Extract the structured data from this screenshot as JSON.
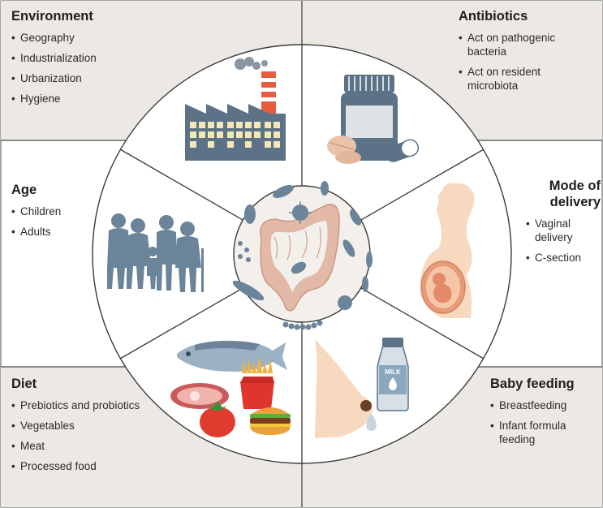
{
  "panels": {
    "environment": {
      "title": "Environment",
      "items": [
        "Geography",
        "Industrialization",
        "Urbanization",
        "Hygiene"
      ]
    },
    "antibiotics": {
      "title": "Antibiotics",
      "items": [
        "Act on pathogenic bacteria",
        "Act on resident microbiota"
      ]
    },
    "age": {
      "title": "Age",
      "items": [
        "Children",
        "Adults"
      ]
    },
    "mode_of_delivery": {
      "title": "Mode of delivery",
      "items": [
        "Vaginal delivery",
        "C-section"
      ]
    },
    "diet": {
      "title": "Diet",
      "items": [
        "Prebiotics and probiotics",
        "Vegetables",
        "Meat",
        "Processed food"
      ]
    },
    "baby_feeding": {
      "title": "Baby feeding",
      "items": [
        "Breastfeeding",
        "Infant formula feeding"
      ]
    }
  },
  "illustrations": {
    "milk_label": "MILK",
    "icons": [
      "factory-icon",
      "pill-bottle-icon",
      "family-silhouette-icon",
      "pregnant-woman-icon",
      "food-icon",
      "breast-milk-icon",
      "gut-microbiota-icon"
    ]
  },
  "colors": {
    "panel_bg": "#ece9e4",
    "circle_fill": "#ffffff",
    "divider": "#3a3a3a",
    "silhouette": "#6c8499",
    "gut": "#e2b8a6"
  }
}
